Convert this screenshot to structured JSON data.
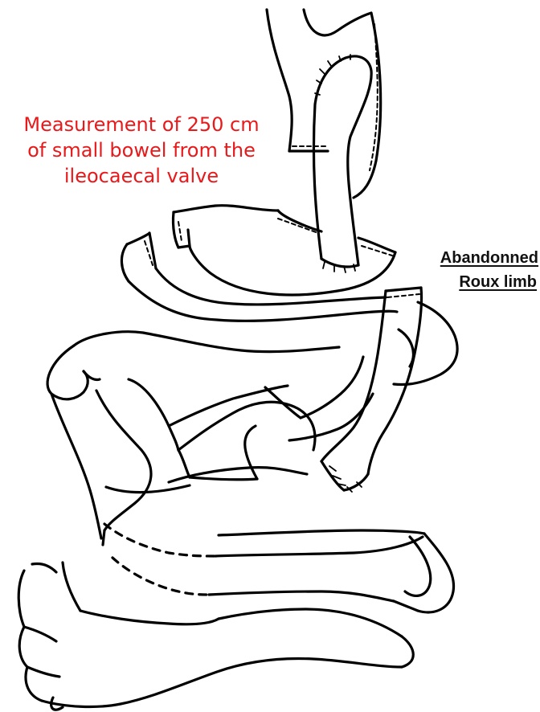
{
  "annotations": {
    "measurement_line_1": "Measurement of 250 cm",
    "measurement_line_2": "of small bowel from the",
    "measurement_line_3": "ileocaecal valve",
    "abandoned_line_1": "Abandonned",
    "abandoned_line_2": "Roux limb"
  },
  "colors": {
    "measurement_text": "#e8191b",
    "outline": "#000000",
    "label_text": "#111111"
  }
}
